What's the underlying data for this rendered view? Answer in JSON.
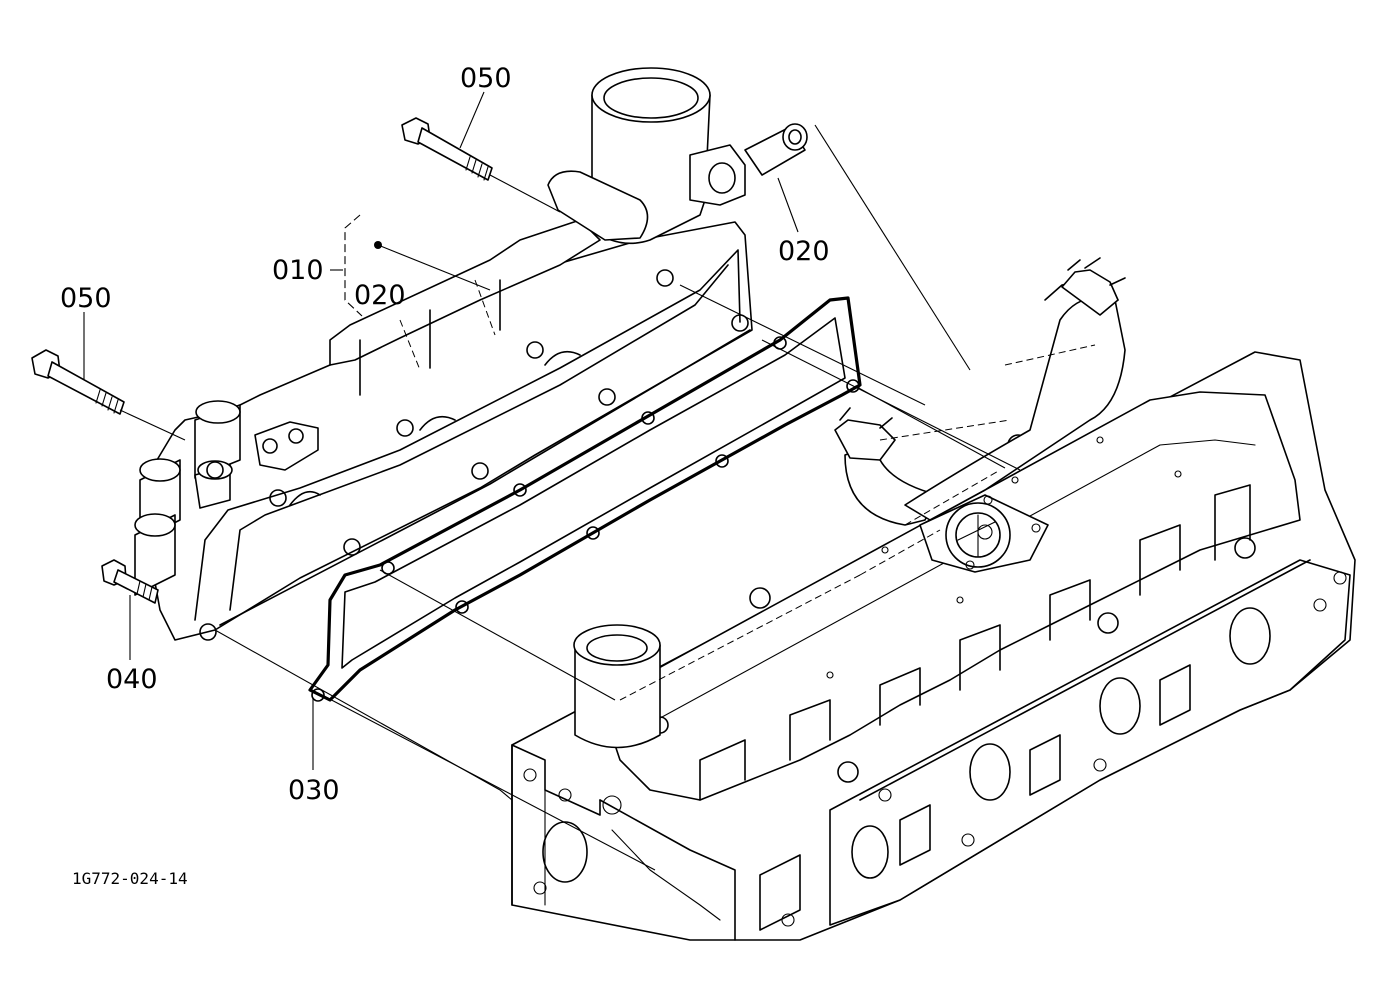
{
  "labels": {
    "bolt_top": "050",
    "plug_top": "020",
    "assembly": "010",
    "assembly_sub": "020",
    "bolt_left": "050",
    "bolt_short": "040",
    "gasket": "030"
  },
  "drawing_code": "1G772-024-14"
}
